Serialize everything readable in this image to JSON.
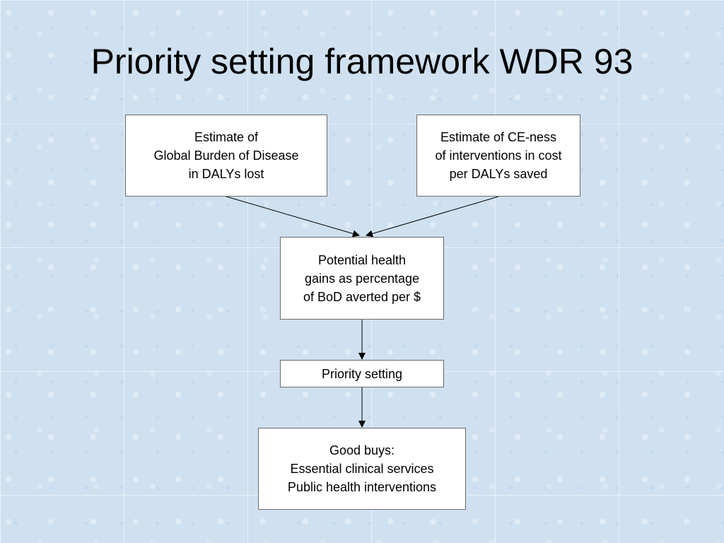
{
  "slide": {
    "title": "Priority setting framework WDR 93"
  },
  "diagram": {
    "nodes": {
      "gbd": {
        "lines": [
          "Estimate of",
          "Global Burden of Disease",
          "in DALYs lost"
        ]
      },
      "ce": {
        "lines": [
          "Estimate of CE-ness",
          "of interventions in cost",
          "per DALYs saved"
        ]
      },
      "gains": {
        "lines": [
          "Potential health",
          "gains as percentage",
          "of BoD averted per $"
        ]
      },
      "priority": {
        "lines": [
          "Priority setting"
        ]
      },
      "goodbuys": {
        "lines": [
          "Good buys:",
          "Essential clinical services",
          "Public health interventions"
        ]
      }
    },
    "edges": [
      {
        "from": "gbd",
        "to": "gains"
      },
      {
        "from": "ce",
        "to": "gains"
      },
      {
        "from": "gains",
        "to": "priority"
      },
      {
        "from": "priority",
        "to": "goodbuys"
      }
    ]
  }
}
